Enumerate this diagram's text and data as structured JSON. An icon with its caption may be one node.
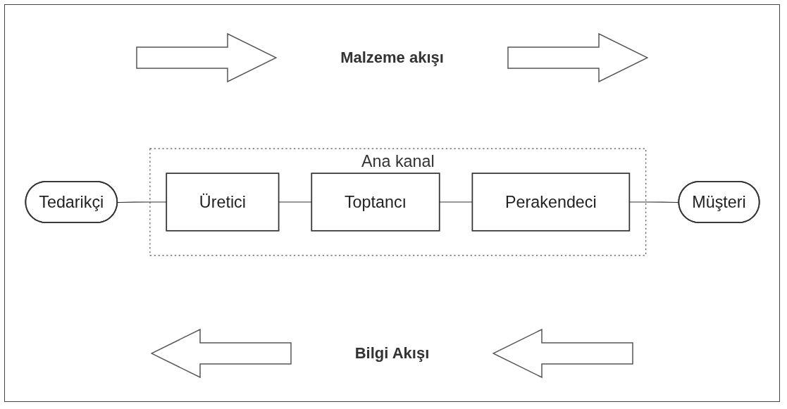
{
  "diagram": {
    "nodes": [
      {
        "text": [
          "Tedarikçi"
        ]
      },
      {
        "text": [
          "Ana kanal"
        ]
      },
      {
        "text": [
          "Üretici"
        ],
        "in": 1
      },
      {
        "text": [
          "Toptancı"
        ],
        "in": 1
      },
      {
        "text": [
          "Perakendeci"
        ],
        "in": 1
      },
      {
        "text": [
          "Müşteri"
        ]
      }
    ],
    "edges": [
      {
        "from": 0,
        "to": 2,
        "arrow": "none"
      },
      {
        "from": 2,
        "to": 3,
        "arrow": "none"
      },
      {
        "from": 3,
        "to": 4,
        "arrow": "none"
      },
      {
        "from": 4,
        "to": 5,
        "arrow": "none"
      }
    ],
    "labels": [
      "Malzeme akışı",
      "Bilgi Akışı"
    ]
  }
}
